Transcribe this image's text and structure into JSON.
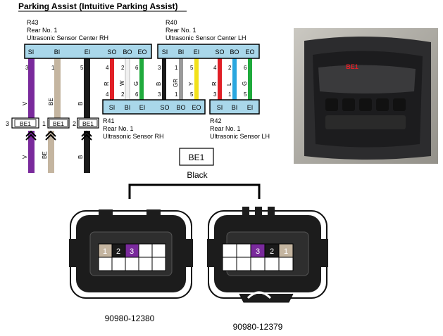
{
  "title": "Parking Assist (Intuitive Parking Assist)",
  "r43": {
    "ref": "R43",
    "line1": "Rear No. 1",
    "line2": "Ultrasonic Sensor Center RH",
    "pins": [
      "SI",
      "BI",
      "EI",
      "SO",
      "BO",
      "EO"
    ],
    "pin_numbers": [
      "3",
      "1",
      "5",
      "4",
      "2",
      "6"
    ]
  },
  "r40": {
    "ref": "R40",
    "line1": "Rear No. 1",
    "line2": "Ultrasonic Sensor Center LH",
    "pins": [
      "SI",
      "BI",
      "EI",
      "SO",
      "BO",
      "EO"
    ],
    "pin_numbers": [
      "3",
      "1",
      "5",
      "4",
      "2",
      "6"
    ]
  },
  "r41": {
    "ref": "R41",
    "line1": "Rear No. 1",
    "line2": "Ultrasonic Sensor RH",
    "pins": [
      "SI",
      "BI",
      "EI",
      "SO",
      "BO",
      "EO"
    ],
    "pin_numbers": [
      "3",
      "1",
      "5",
      "4",
      "2",
      "6"
    ]
  },
  "r42": {
    "ref": "R42",
    "line1": "Rear No. 1",
    "line2": "Ultrasonic Sensor LH",
    "pins": [
      "SI",
      "BI",
      "EI"
    ],
    "pin_numbers": [
      "3",
      "1",
      "5"
    ]
  },
  "wire_codes": {
    "r43_to_be1": [
      "V",
      "BE",
      "B"
    ],
    "r43_to_r41": [
      "R",
      "W",
      "G"
    ],
    "r40_to_r41": [
      "B",
      "GR",
      "Y"
    ],
    "r40_to_r42": [
      "R",
      "L",
      "G"
    ],
    "be1_down": [
      "V",
      "BE",
      "B"
    ]
  },
  "be1_connectors": [
    {
      "pin": "3",
      "label": "BE1"
    },
    {
      "pin": "1",
      "label": "BE1"
    },
    {
      "pin": "2",
      "label": "BE1"
    }
  ],
  "photo_label": "BE1",
  "connector_name": "BE1",
  "connector_color": "Black",
  "connector_left": {
    "part": "90980-12380",
    "cells": [
      "1",
      "2",
      "3"
    ]
  },
  "connector_right": {
    "part": "90980-12379",
    "cells": [
      "3",
      "2",
      "1"
    ]
  },
  "colors": {
    "violet": "#7a2a9c",
    "beige": "#c4b5a0",
    "black": "#1a1a1a",
    "red": "#e01f26",
    "white": "#f0f0f0",
    "green": "#1faa3c",
    "gray": "#9a9a9a",
    "yellow": "#f2e11a",
    "blue": "#2aa7df",
    "connector_fill": "#a9d7ea"
  }
}
